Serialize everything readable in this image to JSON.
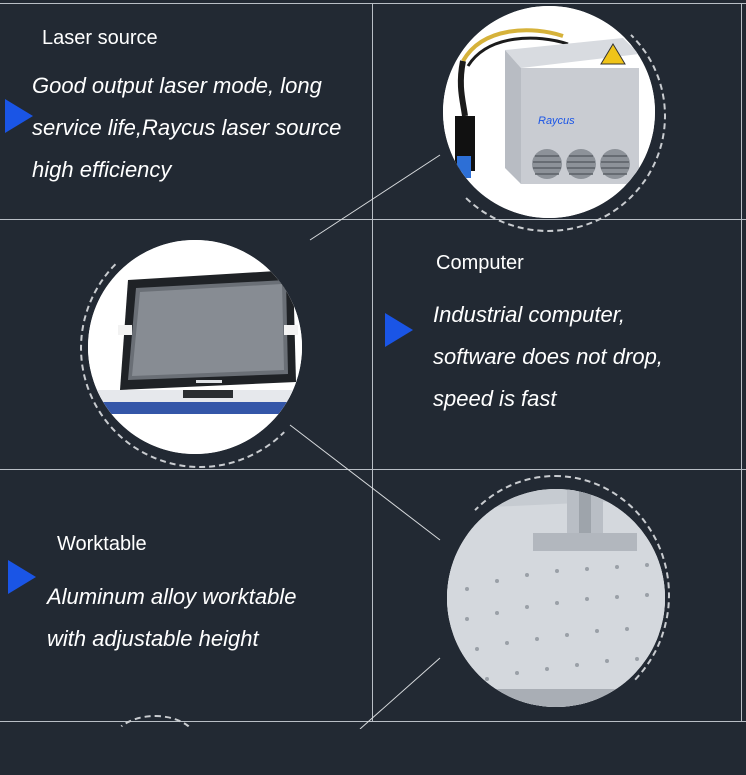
{
  "sections": [
    {
      "title": "Laser source",
      "lines": [
        "Good output laser mode, long",
        "service life,Raycus laser source",
        "high efficiency"
      ]
    },
    {
      "title": "Computer",
      "lines": [
        "Industrial computer,",
        "software does not drop,",
        "speed is fast"
      ]
    },
    {
      "title": "Worktable",
      "lines": [
        "Aluminum alloy worktable",
        "with adjustable height"
      ]
    }
  ],
  "laser_brand": "Raycus",
  "colors": {
    "background": "#222933",
    "accent": "#1a55e6",
    "grid_line": "#b9bfc6"
  }
}
